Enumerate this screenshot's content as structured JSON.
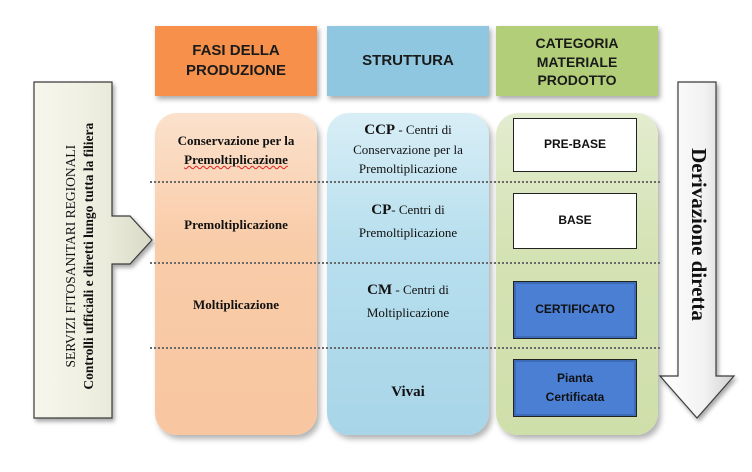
{
  "headers": {
    "fasi": "FASI DELLA\nPRODUZIONE",
    "struttura": "STRUTTURA",
    "categoria": "CATEGORIA\nMATERIALE\nPRODOTTO"
  },
  "left_arrow": {
    "line1": "SERVIZI FITOSANITARI REGIONALI",
    "line2": "Controlli ufficiali e diretti lungo tutta la filiera"
  },
  "right_arrow": {
    "label": "Derivazione diretta"
  },
  "rows": [
    {
      "fase_line1": "Conservazione per la",
      "fase_line2": "Premoltiplicazione",
      "code": "CCP",
      "desc_line1": " - Centri di",
      "desc_line2": "Conservazione per la",
      "desc_line3": "Premoltiplicazione",
      "categoria": "PRE-BASE"
    },
    {
      "fase": "Premoltiplicazione",
      "code": "CP",
      "desc_line1": "- Centri di",
      "desc_line2": "Premoltiplicazione",
      "categoria": "BASE"
    },
    {
      "fase": "Moltiplicazione",
      "code": "CM",
      "desc_line1": " - Centri di",
      "desc_line2": "Moltiplicazione",
      "categoria": "CERTIFICATO"
    },
    {
      "code": "Vivai",
      "categoria_line1": "Pianta",
      "categoria_line2": "Certificata"
    }
  ],
  "colors": {
    "fasi_header": "#f6904a",
    "struttura_header": "#8fc7e0",
    "categoria_header": "#b2ce78",
    "certified_box": "#4a7fd4"
  }
}
